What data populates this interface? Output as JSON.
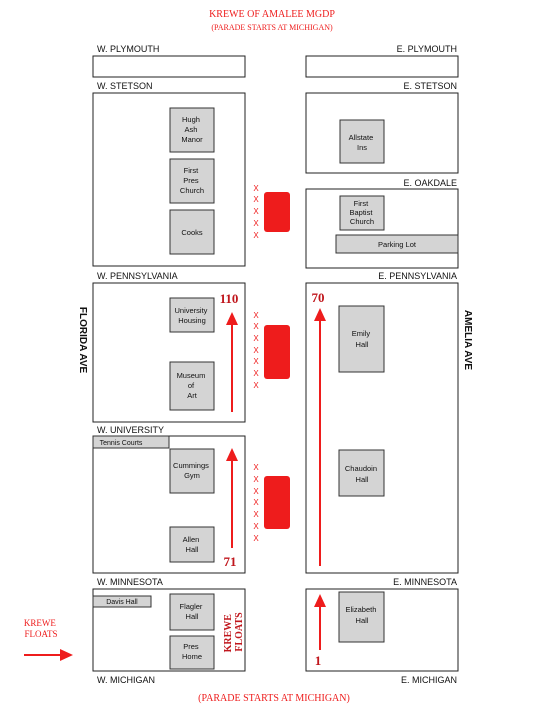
{
  "header": {
    "title": "KREWE OF AMALEE MGDP",
    "subtitle": "(PARADE STARTS AT MICHIGAN)"
  },
  "footer": {
    "note": "(PARADE STARTS AT MICHIGAN)"
  },
  "avenues": {
    "left": "FLORIDA AVE",
    "right": "AMELIA AVE"
  },
  "streets": {
    "w_plymouth": "W. PLYMOUTH",
    "e_plymouth": "E. PLYMOUTH",
    "w_stetson": "W. STETSON",
    "e_stetson": "E. STETSON",
    "e_oakdale": "E. OAKDALE",
    "w_pennsylvania": "W. PENNSYLVANIA",
    "e_pennsylvania": "E. PENNSYLVANIA",
    "w_university": "W. UNIVERSITY",
    "w_minnesota": "W. MINNESOTA",
    "e_minnesota": "E. MINNESOTA",
    "w_michigan": "W. MICHIGAN",
    "e_michigan": "E. MICHIGAN"
  },
  "buildings": {
    "hugh_ash_manor": [
      "Hugh",
      "Ash",
      "Manor"
    ],
    "first_pres_church": [
      "First",
      "Pres",
      "Church"
    ],
    "cooks": [
      "Cooks"
    ],
    "allstate_ins": [
      "Allstate",
      "Ins"
    ],
    "first_baptist_church": [
      "First",
      "Baptist",
      "Church"
    ],
    "parking_lot": "Parking Lot",
    "university_housing": [
      "University",
      "Housing"
    ],
    "museum_of_art": [
      "Museum",
      "of",
      "Art"
    ],
    "emily_hall": [
      "Emily",
      "Hall"
    ],
    "tennis_courts": "Tennis Courts",
    "cummings_gym": [
      "Cummings",
      "Gym"
    ],
    "allen_hall": [
      "Allen",
      "Hall"
    ],
    "chaudoin_hall": [
      "Chaudoin",
      "Hall"
    ],
    "davis_hall": "Davis Hall",
    "flagler_hall": [
      "Flagler",
      "Hall"
    ],
    "pres_home": [
      "Pres",
      "Home"
    ],
    "elizabeth_hall": [
      "Elizabeth",
      "Hall"
    ]
  },
  "route_numbers": {
    "n110": "110",
    "n70": "70",
    "n71": "71",
    "n1": "1"
  },
  "krewe_floats_left": [
    "KREWE",
    "FLOATS"
  ],
  "krewe_floats_vertical": [
    "KREWE",
    "FLOATS"
  ],
  "barrier_mark": "X",
  "colors": {
    "accent_red": "#ee1c1c",
    "building_fill": "#d4d4d4",
    "outline": "#222222"
  }
}
